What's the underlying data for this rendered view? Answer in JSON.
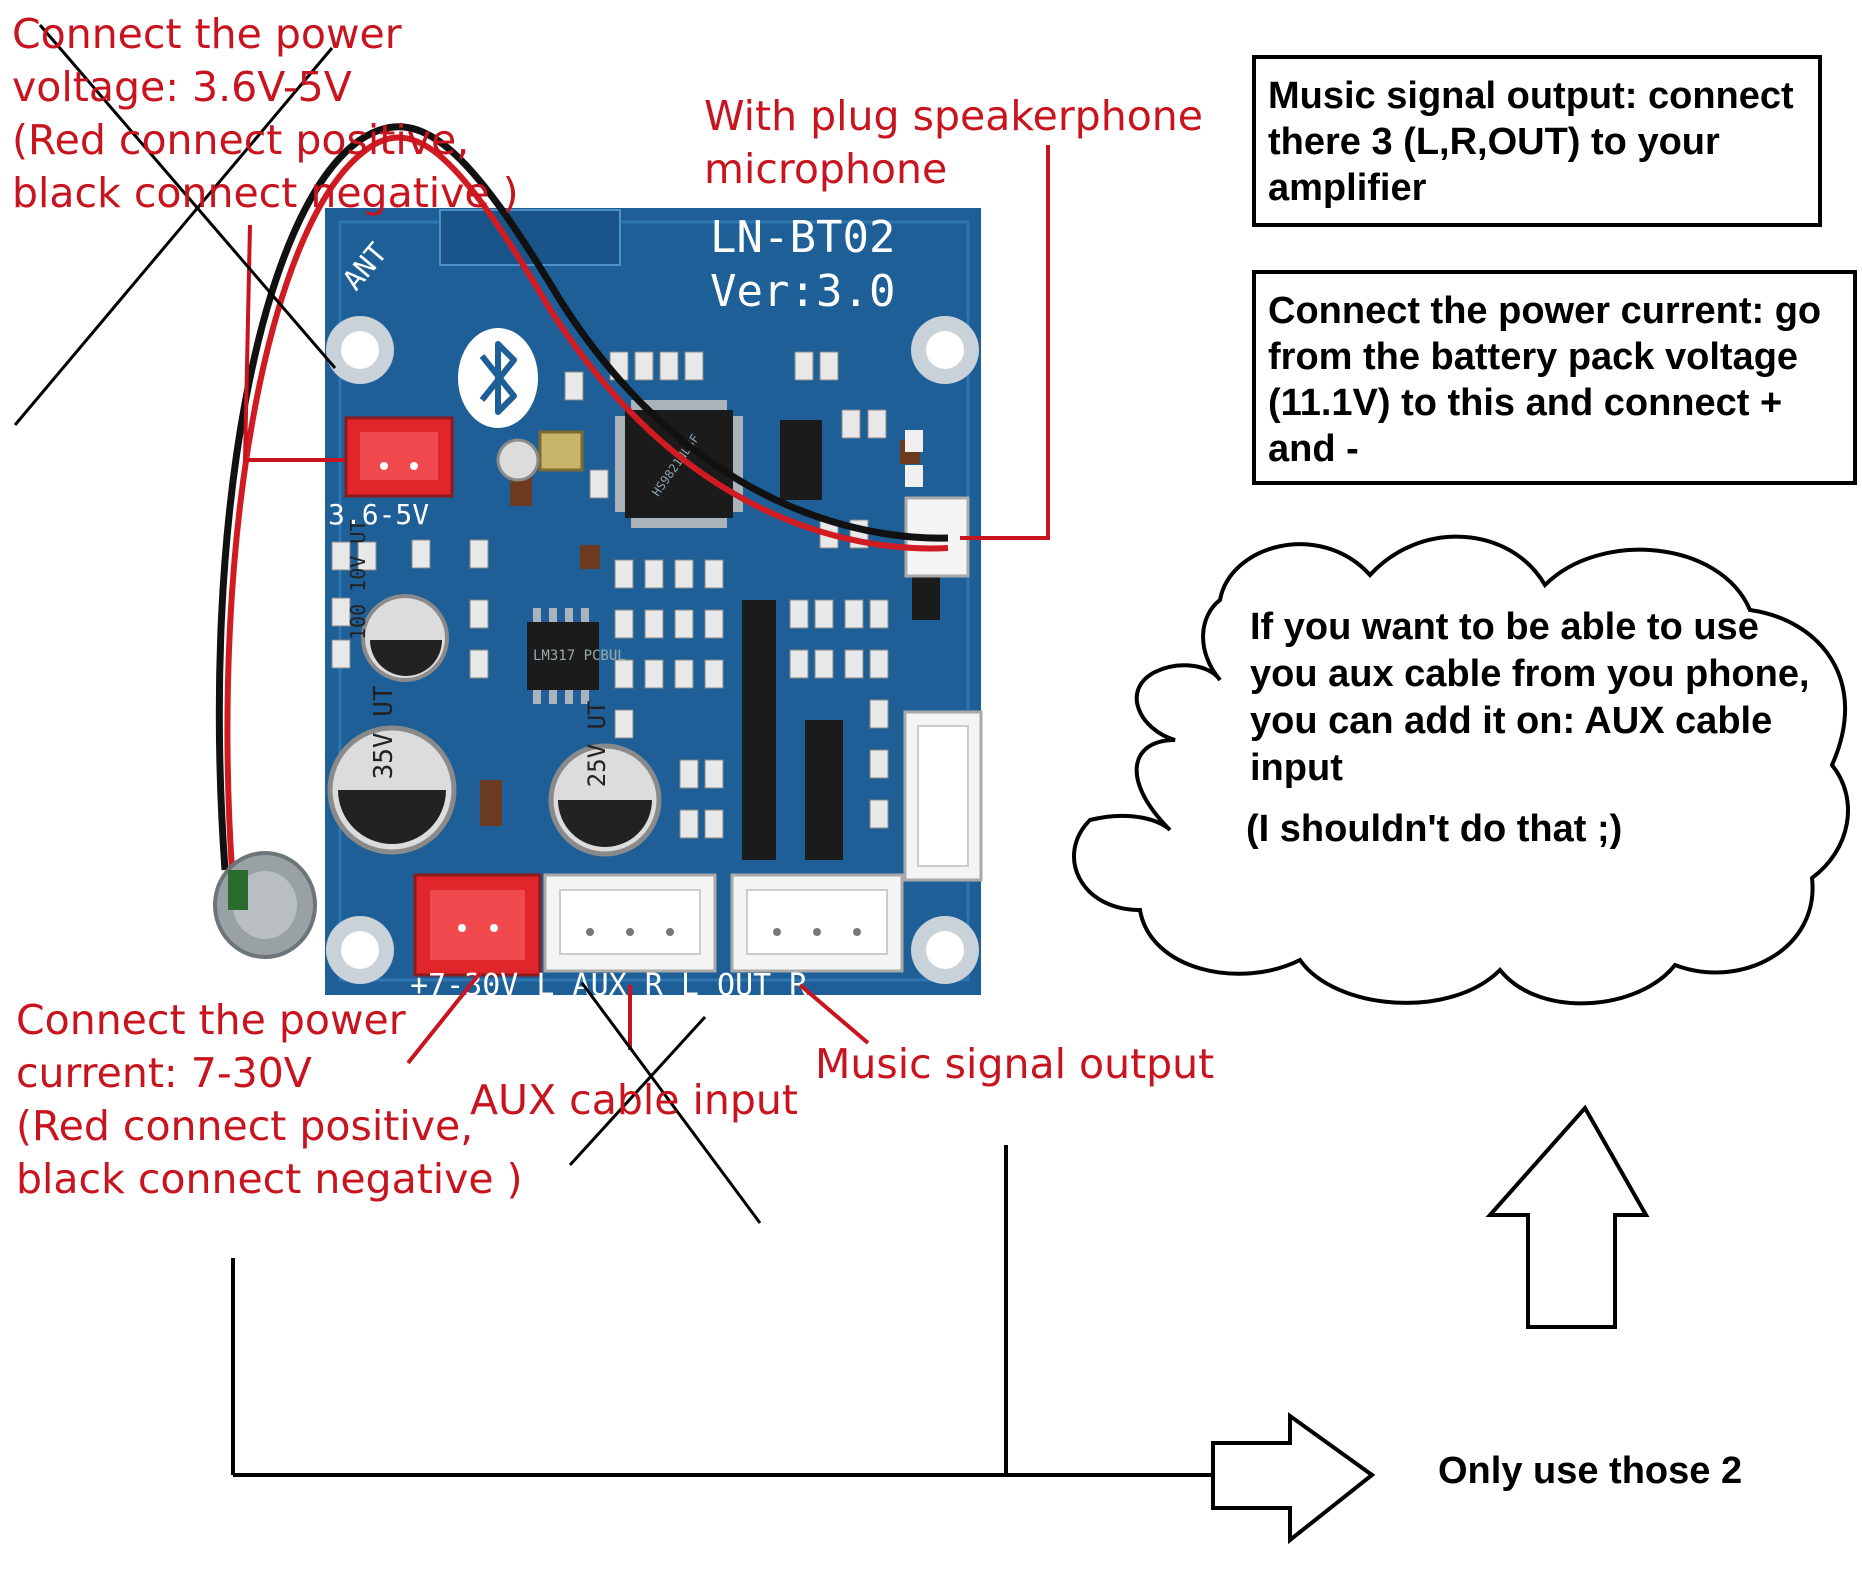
{
  "board": {
    "model_line1": "LN-BT02",
    "model_line2": "Ver:3.0",
    "ant_label": "ANT",
    "power_in_label": "3.6-5V",
    "bottom_silkscreen": "+7-30V   L AUX R    L OUT R",
    "cap_small": "100 10V UT",
    "cap_large": "220 35V UT",
    "cap_mid": "100 25V UT",
    "chip_label": "HS9821NLSF",
    "ldo_label": "LM317 PCBUL"
  },
  "annotations": {
    "power_voltage": "Connect the power\nvoltage: 3.6V-5V\n(Red connect positive,\nblack connect negative )",
    "mic": "With plug speakerphone\nmicrophone",
    "power_current": "Connect the power\ncurrent: 7-30V\n(Red connect positive,\nblack connect negative )",
    "aux_input": "AUX cable input",
    "music_output": "Music signal output"
  },
  "boxes": {
    "music_output_note": "Music signal output: connect\nthere 3 (L,R,OUT) to your\namplifier",
    "power_current_note": "Connect the power current: go\nfrom the battery pack voltage\n(11.1V) to this and connect +\nand -"
  },
  "cloud": {
    "text": "If you want to be able to use\nyou aux cable from you phone,\nyou can add it on: AUX cable\ninput",
    "aside": "(I shouldn't do that ;)"
  },
  "footer": {
    "only_use_label": "Only use those 2"
  },
  "colors": {
    "annotation_red": "#c8141e",
    "pcb_blue": "#1d5f96",
    "connector_red": "#e0262b"
  }
}
